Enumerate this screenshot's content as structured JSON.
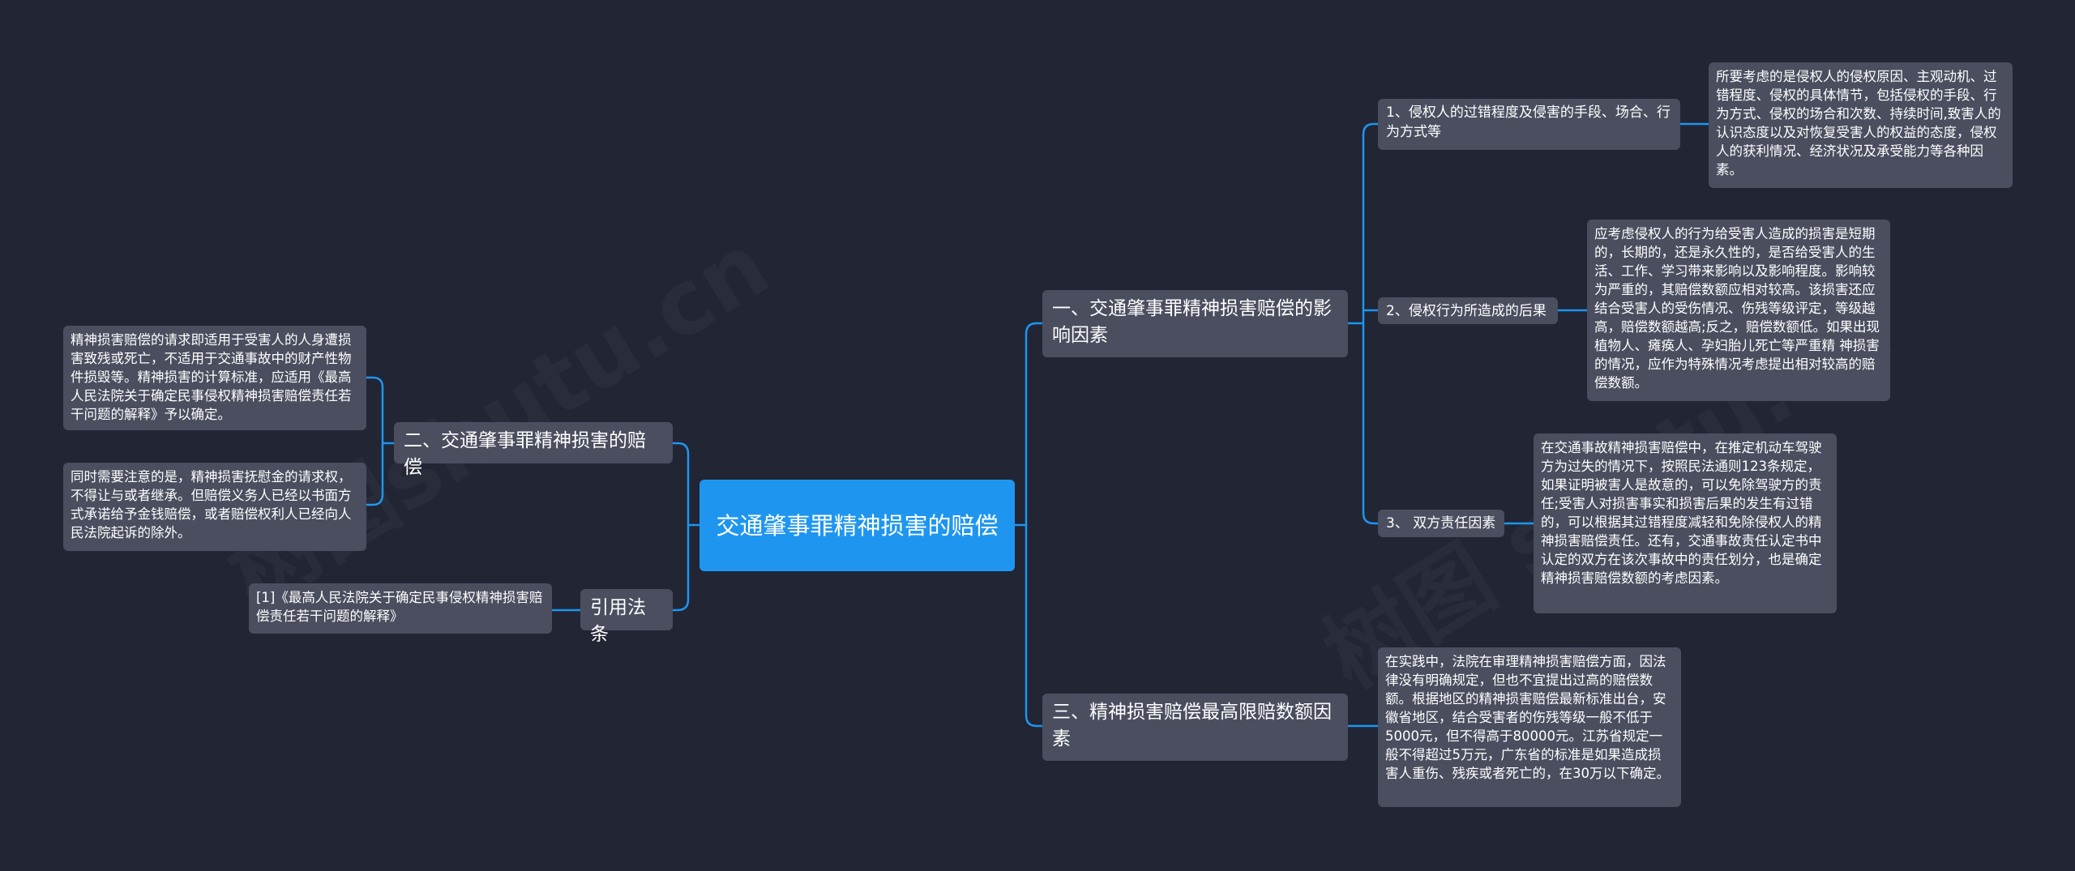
{
  "root": {
    "label": "交通肇事罪精神损害的赔偿"
  },
  "branches": {
    "factors": {
      "label": "一、交通肇事罪精神损害赔偿的影响因素",
      "sub1": {
        "label": "1、侵权人的过错程度及侵害的手段、场合、行为方式等",
        "detail": "所要考虑的是侵权人的侵权原因、主观动机、过错程度、侵权的具体情节，包括侵权的手段、行为方式、侵权的场合和次数、持续时间,致害人的认识态度以及对恢复受害人的权益的态度，侵权人的获利情况、经济状况及承受能力等各种因素。"
      },
      "sub2": {
        "label": "2、侵权行为所造成的后果",
        "detail": "应考虑侵权人的行为给受害人造成的损害是短期的，长期的，还是永久性的，是否给受害人的生活、工作、学习带来影响以及影响程度。影响较为严重的，其赔偿数额应相对较高。该损害还应结合受害人的受伤情况、伤残等级评定，等级越高，赔偿数额越高;反之，赔偿数额低。如果出现植物人、瘫痪人、孕妇胎儿死亡等严重精 神损害的情况，应作为特殊情况考虑提出相对较高的赔偿数额。"
      },
      "sub3": {
        "label": "3、 双方责任因素",
        "detail": "在交通事故精神损害赔偿中，在推定机动车驾驶方为过失的情况下，按照民法通则123条规定，如果证明被害人是故意的，可以免除驾驶方的责任;受害人对损害事实和损害后果的发生有过错的，可以根据其过错程度减轻和免除侵权人的精神损害赔偿责任。还有，交通事故责任认定书中认定的双方在该次事故中的责任划分，也是确定精神损害赔偿数额的考虑因素。"
      }
    },
    "limit": {
      "label": "三、精神损害赔偿最高限赔数额因素",
      "detail": "在实践中，法院在审理精神损害赔偿方面，因法律没有明确规定，但也不宜提出过高的赔偿数额。根据地区的精神损害赔偿最新标准出台，安徽省地区，结合受害者的伤残等级一般不低于5000元，但不得高于80000元。江苏省规定一般不得超过5万元，广东省的标准是如果造成损害人重伤、残疾或者死亡的，在30万以下确定。"
    },
    "compensation": {
      "label": "二、交通肇事罪精神损害的赔偿",
      "detail1": "精神损害赔偿的请求即适用于受害人的人身遭损害致残或死亡，不适用于交通事故中的财产性物件损毁等。精神损害的计算标准，应适用《最高人民法院关于确定民事侵权精神损害赔偿责任若干问题的解释》予以确定。",
      "detail2": "同时需要注意的是，精神损害抚慰金的请求权，不得让与或者继承。但赔偿义务人已经以书面方式承诺给予金钱赔偿，或者赔偿权利人已经向人民法院起诉的除外。"
    },
    "citation": {
      "label": "引用法条",
      "detail": "[1]《最高人民法院关于确定民事侵权精神损害赔偿责任若干问题的解释》"
    }
  },
  "watermarks": [
    "树图shutu.cn",
    "树图 shutu.cn"
  ],
  "colors": {
    "background": "#212534",
    "root": "#1e96f0",
    "node": "#4a4e5f",
    "link": "#1e96f0"
  }
}
